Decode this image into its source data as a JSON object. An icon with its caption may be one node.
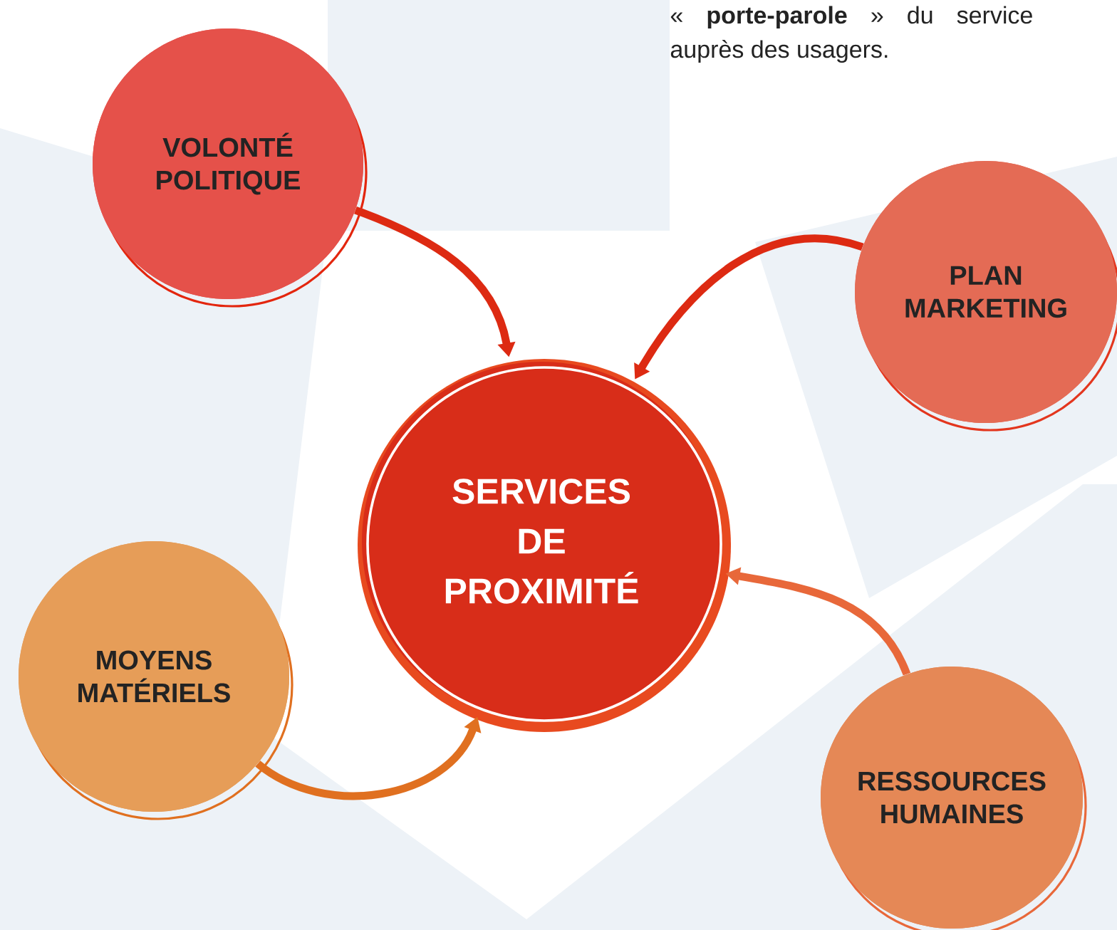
{
  "diagram": {
    "nodes": [
      {
        "text": [
          "VOLONTÉ POLITIQUE"
        ]
      },
      {
        "text": [
          "PLAN MARKETING"
        ]
      },
      {
        "text": [
          "SERVICES DE PROXIMITÉ"
        ]
      },
      {
        "text": [
          "MOYENS MATÉRIELS"
        ]
      },
      {
        "text": [
          "RESSOURCES HUMAINES"
        ]
      }
    ],
    "edges": [
      {
        "from": 0,
        "to": 2,
        "arrow": "to"
      },
      {
        "from": 1,
        "to": 2,
        "arrow": "to"
      },
      {
        "from": 3,
        "to": 2,
        "arrow": "to",
        "color": "#e07020"
      },
      {
        "from": 4,
        "to": 2,
        "arrow": "to",
        "color": "#e8683a"
      }
    ],
    "labels": [
      "« **porte-parole** » du service auprès des usagers."
    ]
  }
}
